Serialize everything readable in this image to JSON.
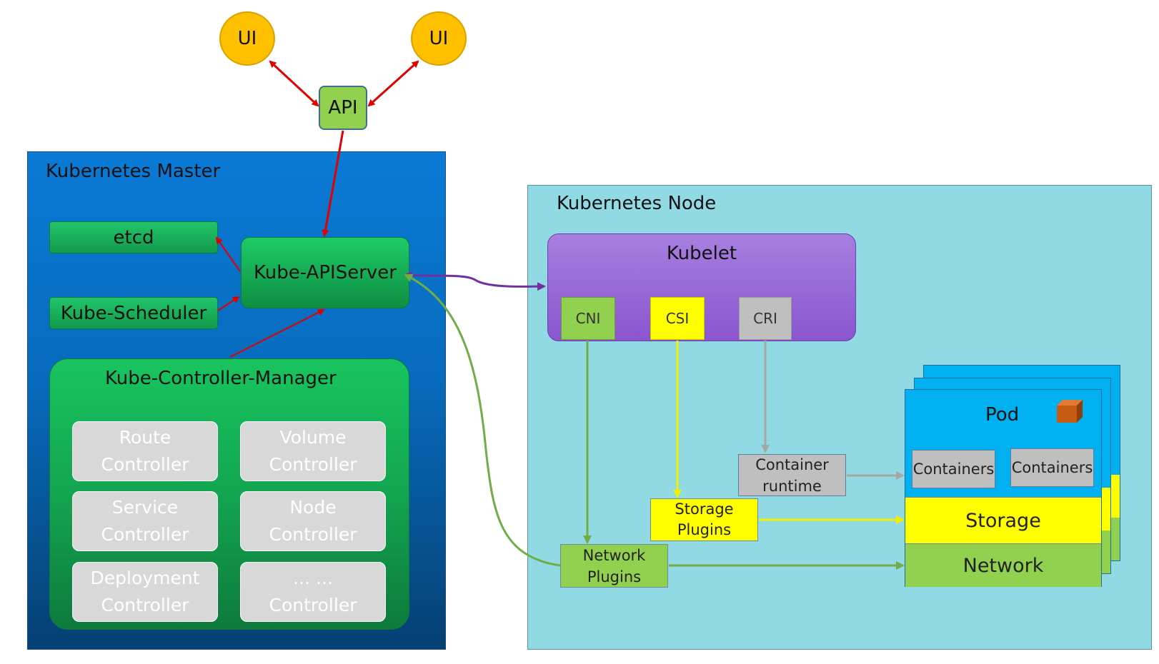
{
  "ui": {
    "left_label": "UI",
    "right_label": "UI"
  },
  "api": {
    "label": "API"
  },
  "master": {
    "title": "Kubernetes Master",
    "etcd": "etcd",
    "scheduler": "Kube-Scheduler",
    "apiserver": "Kube-APIServer",
    "controller_manager": {
      "title": "Kube-Controller-Manager",
      "controllers": [
        {
          "line1": "Route",
          "line2": "Controller"
        },
        {
          "line1": "Volume",
          "line2": "Controller"
        },
        {
          "line1": "Service",
          "line2": "Controller"
        },
        {
          "line1": "Node",
          "line2": "Controller"
        },
        {
          "line1": "Deployment",
          "line2": "Controller"
        },
        {
          "line1": "... ...",
          "line2": "Controller"
        }
      ]
    }
  },
  "node": {
    "title": "Kubernetes Node",
    "kubelet": {
      "title": "Kubelet",
      "interfaces": {
        "cni": "CNI",
        "csi": "CSI",
        "cri": "CRI"
      }
    },
    "container_runtime": {
      "line1": "Container",
      "line2": "runtime"
    },
    "storage_plugins": {
      "line1": "Storage",
      "line2": "Plugins"
    },
    "network_plugins": {
      "line1": "Network",
      "line2": "Plugins"
    },
    "pod": {
      "title": "Pod",
      "containers": [
        "Containers",
        "Containers"
      ],
      "storage": "Storage",
      "network": "Network"
    }
  },
  "colors": {
    "ui": "#ffc000",
    "api": "#92d050",
    "master_bg": "#0a7ad6",
    "component_green": "#1ecb67",
    "node_bg": "#92dae3",
    "kubelet": "#a77fdf",
    "cni": "#92d050",
    "csi": "#ffff00",
    "cri": "#bfbfbf",
    "pod": "#00b0f0",
    "arrow_red": "#e00000",
    "arrow_purple": "#7030a0",
    "arrow_green": "#70ad47",
    "arrow_yellow": "#ffff00",
    "arrow_gray": "#a6a6a6"
  }
}
